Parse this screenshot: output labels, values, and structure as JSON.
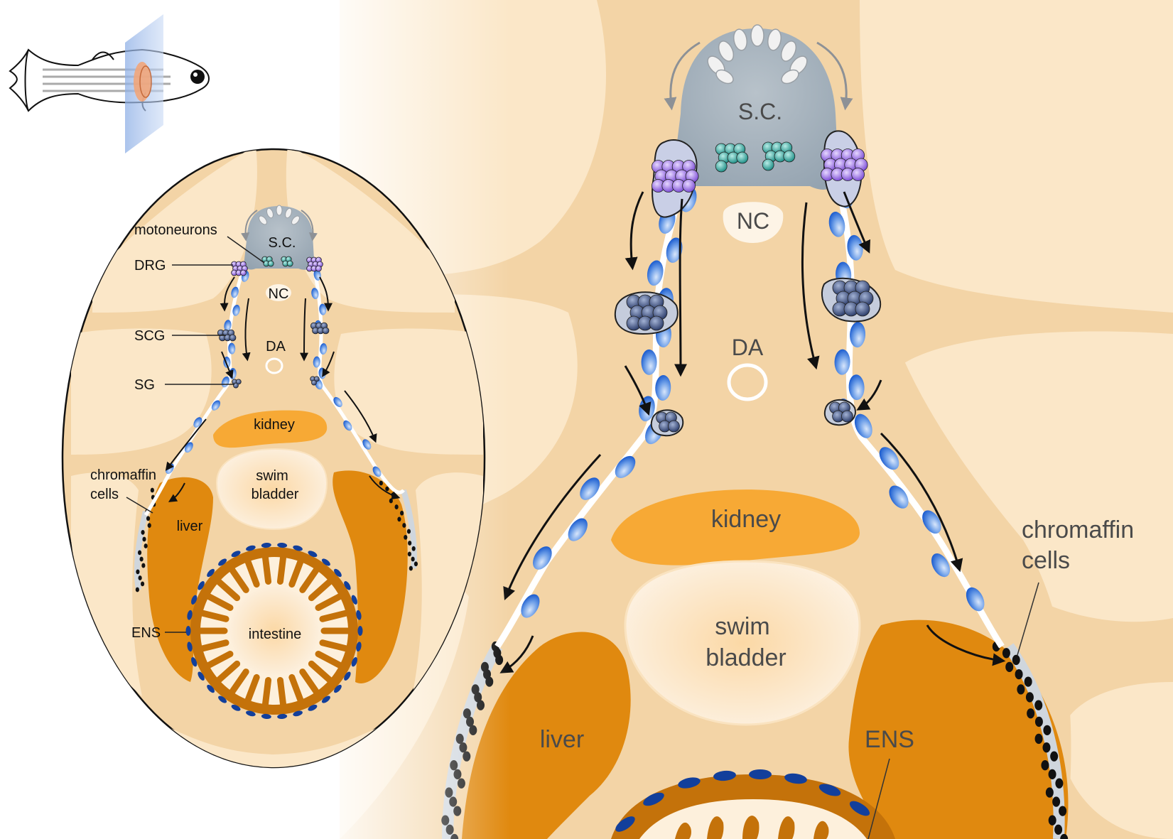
{
  "colors": {
    "tissue": "#f3d4a6",
    "background_pale": "#fae8cb",
    "background_light": "#fdf3e2",
    "spinal_cord": "#a9b4bb",
    "liver": "#e0890f",
    "kidney": "#f7a935",
    "swim_bladder": "#fdf0dc",
    "intestine_wall": "#c4720a",
    "ens": "#123f9b",
    "neural_crest_cell": "#4f86e3",
    "motoneuron": "#2aa8a0",
    "drg": "#9b6fe0",
    "ganglion": "#3b4d7a",
    "chromaffin": "#111111",
    "arrow_gray": "#8d9196"
  },
  "icons": {
    "fish": "zebrafish-outline-icon",
    "section_plane": "cross-section-plane-icon"
  },
  "small_section": {
    "labels": {
      "motoneurons": "motoneurons",
      "drg": "DRG",
      "scg": "SCG",
      "sg": "SG",
      "chromaffin_1": "chromaffin",
      "chromaffin_2": "cells",
      "ens": "ENS",
      "sc": "S.C.",
      "nc": "NC",
      "da": "DA",
      "kidney": "kidney",
      "swim_1": "swim",
      "swim_2": "bladder",
      "liver": "liver",
      "intestine": "intestine"
    }
  },
  "large_section": {
    "labels": {
      "sc": "S.C.",
      "nc": "NC",
      "da": "DA",
      "kidney": "kidney",
      "swim_1": "swim",
      "swim_2": "bladder",
      "liver": "liver",
      "ens": "ENS",
      "chromaffin_1": "chromaffin",
      "chromaffin_2": "cells"
    }
  }
}
